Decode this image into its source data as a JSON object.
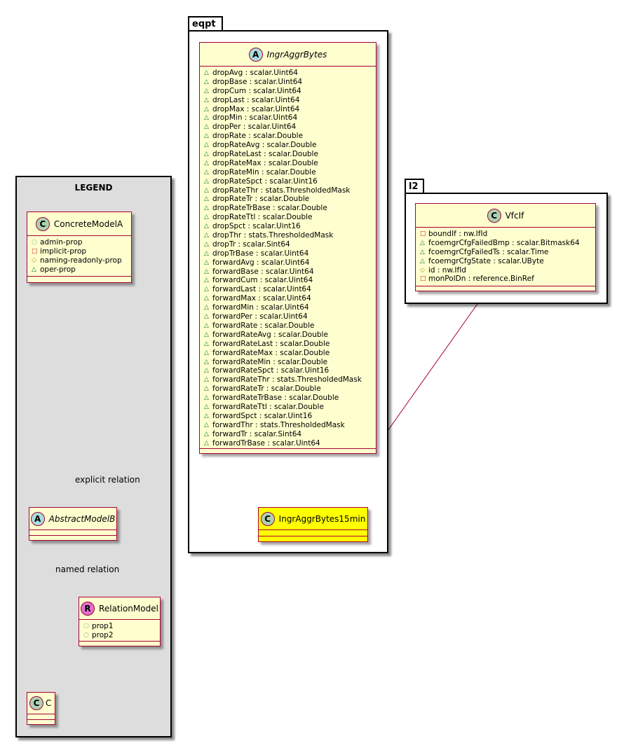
{
  "packages": {
    "eqpt": {
      "name": "eqpt"
    },
    "l2": {
      "name": "l2"
    }
  },
  "legend": {
    "title": "LEGEND",
    "concrete": {
      "name": "ConcreteModelA",
      "stereotype": "C",
      "attrs": [
        {
          "vis": "+",
          "text": "admin-prop"
        },
        {
          "vis": "-",
          "text": "implicit-prop"
        },
        {
          "vis": "#",
          "text": "naming-readonly-prop"
        },
        {
          "vis": "~",
          "text": "oper-prop"
        }
      ]
    },
    "abstract": {
      "name": "AbstractModelB",
      "stereotype": "A"
    },
    "relation": {
      "name": "RelationModel",
      "stereotype": "R",
      "attrs": [
        {
          "vis": "+",
          "text": "prop1"
        },
        {
          "vis": "+",
          "text": "prop2"
        }
      ]
    },
    "c": {
      "name": "C",
      "stereotype": "C"
    },
    "explicit_label": "explicit relation",
    "named_label": "named relation"
  },
  "classes": {
    "ingr": {
      "name": "IngrAggrBytes",
      "stereotype": "A",
      "attrs": [
        "dropAvg : scalar.Uint64",
        "dropBase : scalar.Uint64",
        "dropCum : scalar.Uint64",
        "dropLast : scalar.Uint64",
        "dropMax : scalar.Uint64",
        "dropMin : scalar.Uint64",
        "dropPer : scalar.Uint64",
        "dropRate : scalar.Double",
        "dropRateAvg : scalar.Double",
        "dropRateLast : scalar.Double",
        "dropRateMax : scalar.Double",
        "dropRateMin : scalar.Double",
        "dropRateSpct : scalar.Uint16",
        "dropRateThr : stats.ThresholdedMask",
        "dropRateTr : scalar.Double",
        "dropRateTrBase : scalar.Double",
        "dropRateTtl : scalar.Double",
        "dropSpct : scalar.Uint16",
        "dropThr : stats.ThresholdedMask",
        "dropTr : scalar.Sint64",
        "dropTrBase : scalar.Uint64",
        "forwardAvg : scalar.Uint64",
        "forwardBase : scalar.Uint64",
        "forwardCum : scalar.Uint64",
        "forwardLast : scalar.Uint64",
        "forwardMax : scalar.Uint64",
        "forwardMin : scalar.Uint64",
        "forwardPer : scalar.Uint64",
        "forwardRate : scalar.Double",
        "forwardRateAvg : scalar.Double",
        "forwardRateLast : scalar.Double",
        "forwardRateMax : scalar.Double",
        "forwardRateMin : scalar.Double",
        "forwardRateSpct : scalar.Uint16",
        "forwardRateThr : stats.ThresholdedMask",
        "forwardRateTr : scalar.Double",
        "forwardRateTrBase : scalar.Double",
        "forwardRateTtl : scalar.Double",
        "forwardSpct : scalar.Uint16",
        "forwardThr : stats.ThresholdedMask",
        "forwardTr : scalar.Sint64",
        "forwardTrBase : scalar.Uint64"
      ]
    },
    "ingr15": {
      "name": "IngrAggrBytes15min",
      "stereotype": "C"
    },
    "vfcif": {
      "name": "VfcIf",
      "stereotype": "C",
      "attrs": [
        {
          "vis": "-",
          "text": "boundIf : nw.IfId"
        },
        {
          "vis": "~",
          "text": "fcoemgrCfgFailedBmp : scalar.Bitmask64"
        },
        {
          "vis": "~",
          "text": "fcoemgrCfgFailedTs : scalar.Time"
        },
        {
          "vis": "~",
          "text": "fcoemgrCfgState : scalar.UByte"
        },
        {
          "vis": "#",
          "text": "id : nw.IfId"
        },
        {
          "vis": "-",
          "text": "monPolDn : reference.BinRef"
        }
      ]
    }
  },
  "colors": {
    "class_fill": "#fefece",
    "class_border": "#a80036",
    "highlight_fill": "#ffff00",
    "legend_fill": "#dddddd"
  }
}
